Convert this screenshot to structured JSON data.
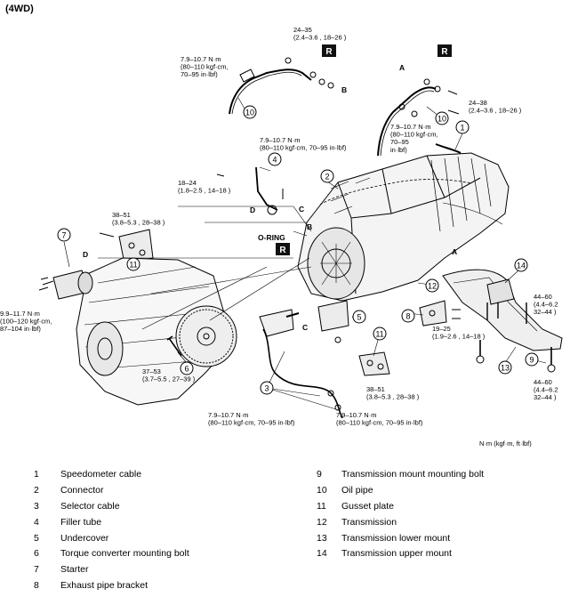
{
  "header": {
    "title": "(4WD)"
  },
  "units_note": "N·m (kgf·m, ft·lbf)",
  "badge_text": "R",
  "torque_labels": [
    [
      "24–35",
      "(2.4–3.6 , 18–26 )"
    ],
    [
      "7.9–10.7 N·m",
      "(80–110 kgf·cm,",
      "70–95 in·lbf)"
    ],
    [
      "24–38",
      "(2.4–3.6 , 18–26 )"
    ],
    [
      "7.9–10.7 N·m",
      "(80–110 kgf·cm,",
      "70–95",
      "in·lbf)"
    ],
    [
      "7.9–10.7 N·m",
      "(80–110 kgf·cm, 70–95 in·lbf)"
    ],
    [
      "18–24",
      "(1.8–2.5 , 14–18 )"
    ],
    [
      "38–51",
      "(3.8–5.3 , 28–38 )"
    ],
    [
      "9.9–11.7 N·m",
      "(100–120 kgf·cm,",
      "87–104 in·lbf)"
    ],
    [
      "37–53",
      "(3.7–5.5 , 27–39 )"
    ],
    [
      "44–60",
      "(4.4–6.2",
      "32–44 )"
    ],
    [
      "19–25",
      "(1.9–2.6 , 14–18 )"
    ],
    [
      "44–60",
      "(4.4–6.2",
      "32–44 )"
    ],
    [
      "38–51",
      "(3.8–5.3 , 28–38 )"
    ],
    [
      "7.9–10.7 N·m",
      "(80–110 kgf·cm, 70–95 in·lbf)"
    ],
    [
      "7.9–10.7 N·m",
      "(80–110 kgf·cm, 70–95 in·lbf)"
    ]
  ],
  "letters": [
    "A",
    "B",
    "C",
    "D",
    "A",
    "B",
    "C",
    "D"
  ],
  "oring_label": "O-RING",
  "callouts": [
    "1",
    "2",
    "3",
    "4",
    "5",
    "6",
    "7",
    "8",
    "9",
    "10",
    "10",
    "11",
    "11",
    "12",
    "13",
    "14"
  ],
  "legend": {
    "left": [
      {
        "num": "1",
        "label": "Speedometer cable"
      },
      {
        "num": "2",
        "label": "Connector"
      },
      {
        "num": "3",
        "label": "Selector cable"
      },
      {
        "num": "4",
        "label": "Filler tube"
      },
      {
        "num": "5",
        "label": "Undercover"
      },
      {
        "num": "6",
        "label": "Torque converter mounting bolt"
      },
      {
        "num": "7",
        "label": "Starter"
      },
      {
        "num": "8",
        "label": "Exhaust pipe bracket"
      }
    ],
    "right": [
      {
        "num": "9",
        "label": "Transmission mount mounting bolt"
      },
      {
        "num": "10",
        "label": "Oil pipe"
      },
      {
        "num": "11",
        "label": "Gusset plate"
      },
      {
        "num": "12",
        "label": "Transmission"
      },
      {
        "num": "13",
        "label": "Transmission lower mount"
      },
      {
        "num": "14",
        "label": "Transmission upper mount"
      }
    ]
  }
}
